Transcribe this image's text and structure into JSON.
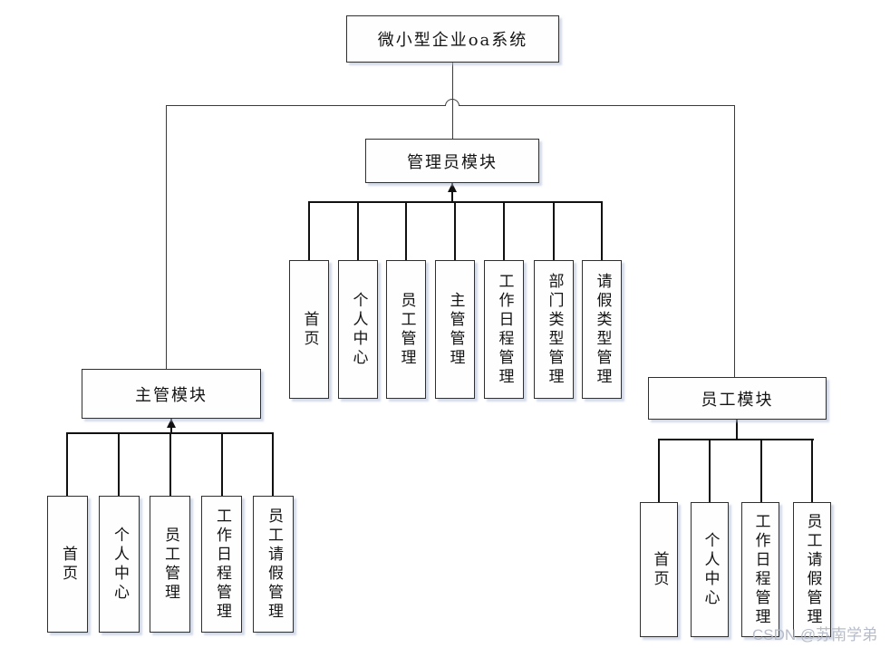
{
  "diagram": {
    "title": "微小型企业oa系统",
    "watermark": "CSDN @苏南学弟",
    "colors": {
      "background": "#ffffff",
      "line_thin": "#3a3a3a",
      "line_thick": "#111111",
      "box_border": "#2f2f2f",
      "box_fill": "#fefefe",
      "box_shadow": "#adbad6",
      "text": "#141414",
      "watermark": "#b2b8c6"
    },
    "root": {
      "label": "微小型企业oa系统"
    },
    "modules": [
      {
        "id": "supervisor",
        "label": "主管模块",
        "children": [
          "首页",
          "个人中心",
          "员工管理",
          "工作日程管理",
          "员工请假管理"
        ]
      },
      {
        "id": "admin",
        "label": "管理员模块",
        "children": [
          "首页",
          "个人中心",
          "员工管理",
          "主管管理",
          "工作日程管理",
          "部门类型管理",
          "请假类型管理"
        ]
      },
      {
        "id": "employee",
        "label": "员工模块",
        "children": [
          "首页",
          "个人中心",
          "工作日程管理",
          "员工请假管理"
        ]
      }
    ]
  }
}
